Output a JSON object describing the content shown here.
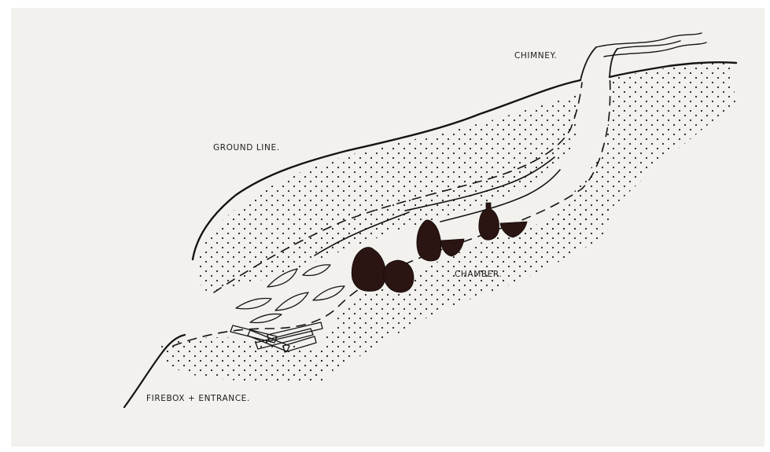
{
  "labels": {
    "chimney": "CHIMNEY.",
    "ground_line": "GROUND LINE.",
    "chamber": "CHAMBER.",
    "firebox": "FIREBOX + ENTRANCE."
  },
  "colors": {
    "ink": "#141414",
    "pottery": "#2b1512",
    "paper": "#f2f1ee"
  }
}
